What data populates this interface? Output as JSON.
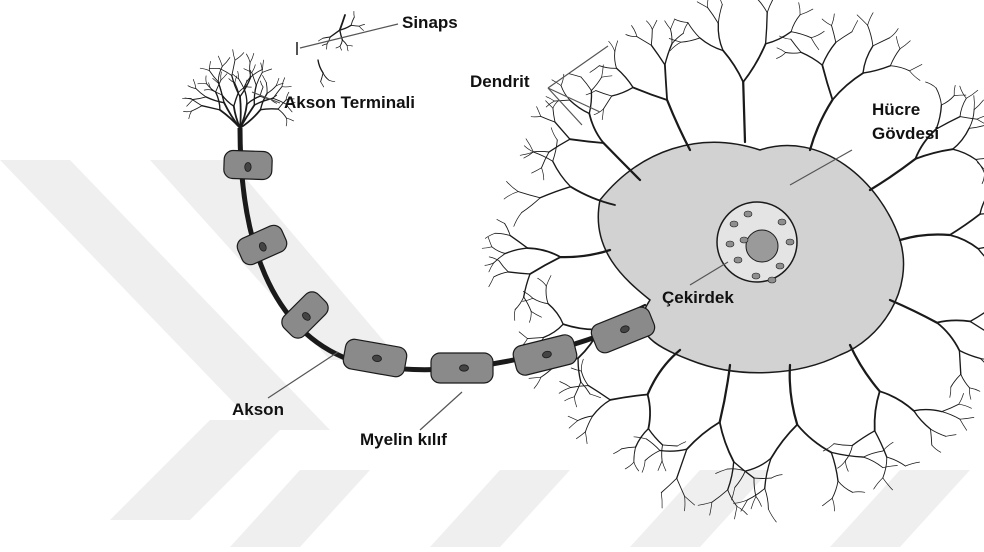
{
  "labels": {
    "sinaps": "Sinaps",
    "akson_terminali": "Akson Terminali",
    "dendrit": "Dendrit",
    "hucre_govdesi_line1": "Hücre",
    "hucre_govdesi_line2": "Gövdesi",
    "cekirdek": "Çekirdek",
    "akson": "Akson",
    "myelin_kilif": "Myelin kılıf"
  },
  "colors": {
    "watermark": "#efefef",
    "cell_body": "#d2d2d2",
    "myelin": "#8a8a8a",
    "nucleus": "#e4e4e4",
    "nucleolus": "#9a9a9a",
    "stroke": "#1a1a1a",
    "leader": "#555555"
  }
}
